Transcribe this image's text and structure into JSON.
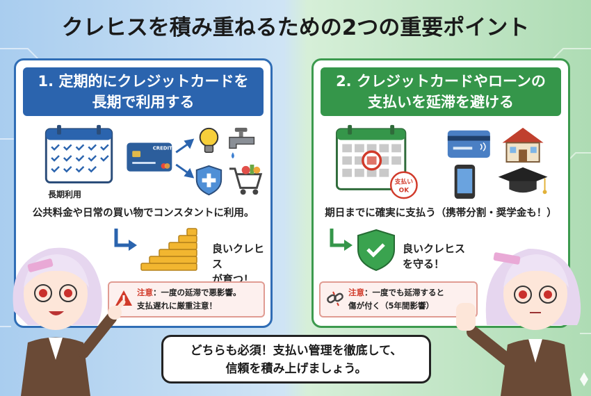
{
  "title": "クレヒスを積み重ねるための2つの重要ポイント",
  "left_panel": {
    "heading_line1": "1. 定期的にクレジットカードを",
    "heading_line2": "長期で利用する",
    "calendar_caption": "長期利用",
    "card_label": "CREDIT",
    "description": "公共料金や日常の買い物でコンスタントに利用。",
    "good_line1": "良いクレヒス",
    "good_line2": "が育つ！",
    "warning_label": "注意",
    "warning_line1": "：一度の延滞で悪影響。",
    "warning_line2": "支払遅れに厳重注意！",
    "icons": [
      "calendar-check-icon",
      "credit-card-icon",
      "lightbulb-icon",
      "faucet-icon",
      "shield-plus-icon",
      "shopping-cart-icon",
      "coin-stack-icon",
      "warning-triangle-icon"
    ]
  },
  "right_panel": {
    "heading_line1": "2. クレジットカードやローンの",
    "heading_line2": "支払いを延滞を避ける",
    "stamp_line1": "支払い",
    "stamp_line2": "OK",
    "description": "期日までに確実に支払う（携帯分割・奨学金も！）",
    "good_line1": "良いクレヒス",
    "good_line2": "を守る！",
    "warning_label": "注意",
    "warning_line1": "：一度でも延滞すると",
    "warning_line2": "傷が付く（5年間影響）",
    "icons": [
      "calendar-circle-icon",
      "credit-card-icon",
      "house-icon",
      "smartphone-icon",
      "graduation-cap-icon",
      "shield-check-icon",
      "broken-chain-icon"
    ]
  },
  "bubble": {
    "line1": "どちらも必須！支払い管理を徹底して、",
    "line2": "信頼を積み上げましょう。"
  },
  "colors": {
    "left_accent": "#2b64ae",
    "right_accent": "#35964a",
    "warning_red": "#d13a2a"
  }
}
